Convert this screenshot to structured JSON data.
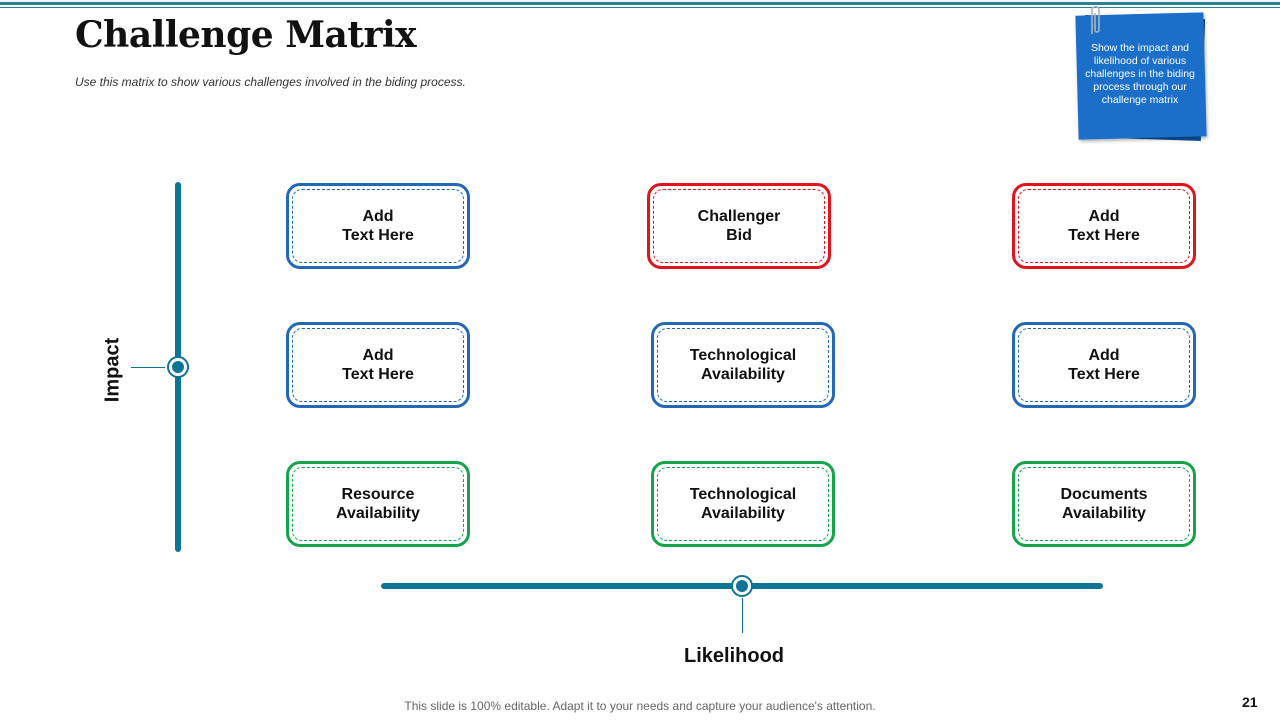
{
  "header": {
    "title": "Challenge Matrix",
    "subtitle": "Use this matrix to show various challenges involved in the biding process."
  },
  "note": {
    "text": "Show the impact and likelihood  of various challenges in the biding process through our challenge matrix",
    "color": "#1b6fc9"
  },
  "axes": {
    "y_label": "Impact",
    "x_label": "Likelihood",
    "color": "#0e7494"
  },
  "matrix": {
    "colors": {
      "blue": "#2468b4",
      "red": "#e0141e",
      "green": "#16a34a"
    },
    "rows": [
      [
        {
          "text": "Add\nText Here",
          "color": "blue"
        },
        {
          "text": "Challenger\nBid",
          "color": "red"
        },
        {
          "text": "Add\nText Here",
          "color": "red"
        }
      ],
      [
        {
          "text": "Add\nText Here",
          "color": "blue"
        },
        {
          "text": "Technological\nAvailability",
          "color": "blue"
        },
        {
          "text": "Add\nText Here",
          "color": "blue"
        }
      ],
      [
        {
          "text": "Resource\nAvailability",
          "color": "green"
        },
        {
          "text": "Technological\nAvailability",
          "color": "green"
        },
        {
          "text": "Documents\nAvailability",
          "color": "green"
        }
      ]
    ]
  },
  "footer": {
    "text": "This slide is 100% editable. Adapt it to your needs and capture your audience's attention.",
    "page_number": "21"
  }
}
